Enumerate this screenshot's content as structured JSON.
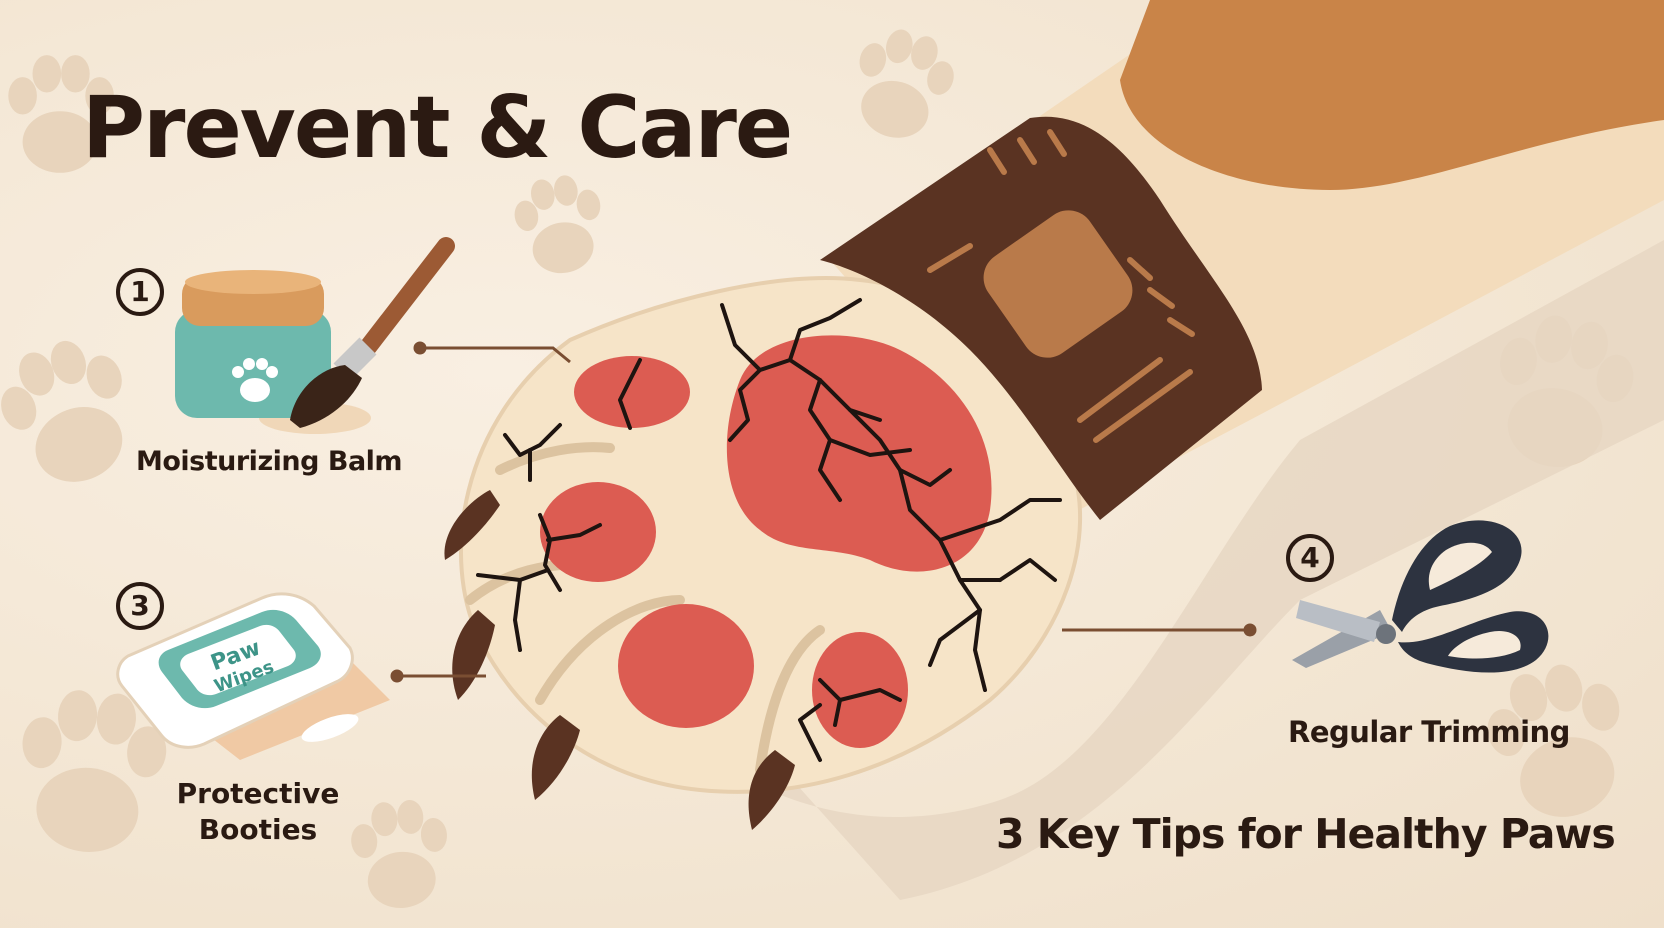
{
  "title": "Prevent & Care",
  "subtitle": "3 Key Tips for Healthy Paws",
  "tips": [
    {
      "number": "1",
      "label": "Moisturizing Balm"
    },
    {
      "number": "3",
      "label": "Protective Booties"
    },
    {
      "number": "4",
      "label": "Regular Trimming"
    }
  ],
  "wipes_pack_text": [
    "Paw",
    "Wipes"
  ],
  "colors": {
    "background": "#f6eada",
    "paw_skin": "#f6e4c8",
    "pad_red": "#dc5c52",
    "crack": "#1e1410",
    "bootie_brown": "#5a3322",
    "fur_orange": "#c98448",
    "balm_teal": "#6db9ad",
    "scissor_handle": "#2d3340",
    "text": "#2a1a12"
  }
}
